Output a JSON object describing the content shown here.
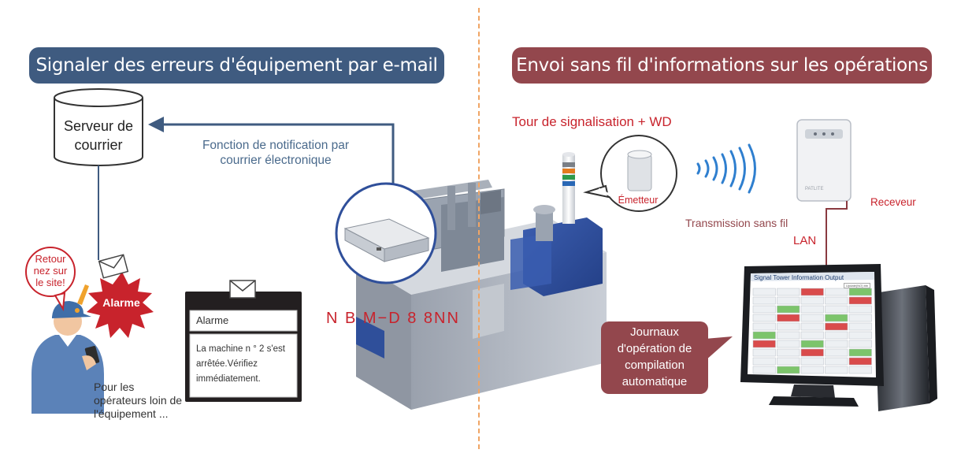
{
  "left_banner": {
    "title": "Signaler des erreurs d'équipement par e-mail",
    "color": "#3f5b80"
  },
  "right_banner": {
    "title": "Envoi sans fil d'informations sur les opérations",
    "color": "#93474d"
  },
  "mail_server": {
    "line1": "Serveur de",
    "line2": "courrier"
  },
  "email_function": {
    "line1": "Fonction de notification par",
    "line2": "courrier électronique"
  },
  "operator": {
    "speech": {
      "line1": "Retour",
      "line2": "nez sur",
      "line3": "le site!"
    },
    "alarm_badge": "Alarme",
    "caption": {
      "line1": "Pour les",
      "line2": "opérateurs loin de",
      "line3": "l'équipement ..."
    }
  },
  "email_card": {
    "subject": "Alarme",
    "body": {
      "line1": "La machine n ° 2 s'est",
      "line2": "arrêtée.Vérifiez",
      "line3": "immédiatement."
    }
  },
  "device_model": "N B M−D 8 8NN",
  "signal_tower": {
    "title": "Tour de signalisation + WD",
    "transmitter": "Émetteur"
  },
  "wireless": {
    "label": "Transmission sans fil"
  },
  "receiver": {
    "label": "Receveur",
    "brand": "PATLITE"
  },
  "lan": {
    "label": "LAN"
  },
  "monitor": {
    "window_title": "Signal Tower Information Output",
    "button": "Update(NO) btn"
  },
  "logs_callout": {
    "line1": "Journaux",
    "line2": "d'opération de",
    "line3": "compilation",
    "line4": "automatique"
  },
  "colors": {
    "accent_red": "#c8232c",
    "arrow_blue": "#3f5b80",
    "machine_blue": "#2f4f9a",
    "divider_orange": "#f0a565"
  }
}
